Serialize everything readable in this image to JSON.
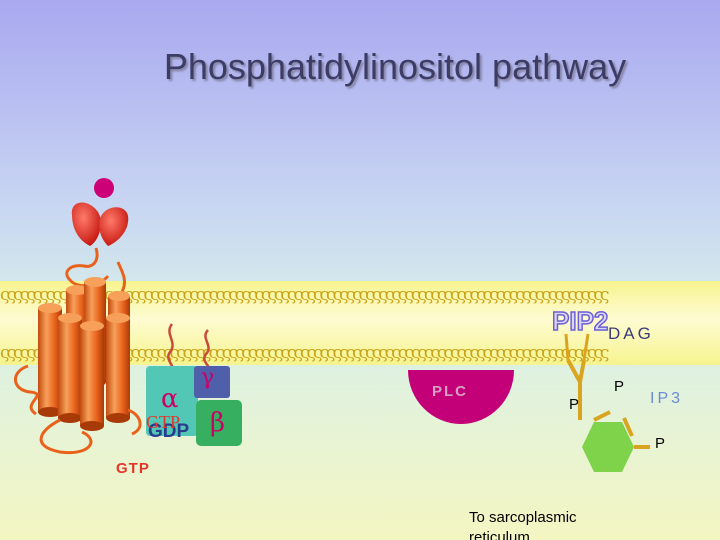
{
  "title": "Phosphatidylinositol pathway",
  "labels": {
    "alpha": "α",
    "beta": "β",
    "gamma": "γ",
    "gtp_on_alpha": "GTP",
    "gdp_on_alpha": "GDP",
    "gtp_free": "GTP",
    "plc": "PLC",
    "pip2": "PIP2",
    "dag": "DAG",
    "ip3": "IP3",
    "p1": "P",
    "p2": "P",
    "p3": "P",
    "sarcoplasmic": "To sarcoplasmic reticulum"
  },
  "colors": {
    "receptor": "#e9621c",
    "alpha_subunit": "#52c7b6",
    "beta_subunit": "#36b060",
    "gamma_subunit": "#4f5faa",
    "plc": "#c40078",
    "ip3_ring": "#7ed34a",
    "ligand": "#cc0077",
    "tether": "#c94a3a"
  }
}
